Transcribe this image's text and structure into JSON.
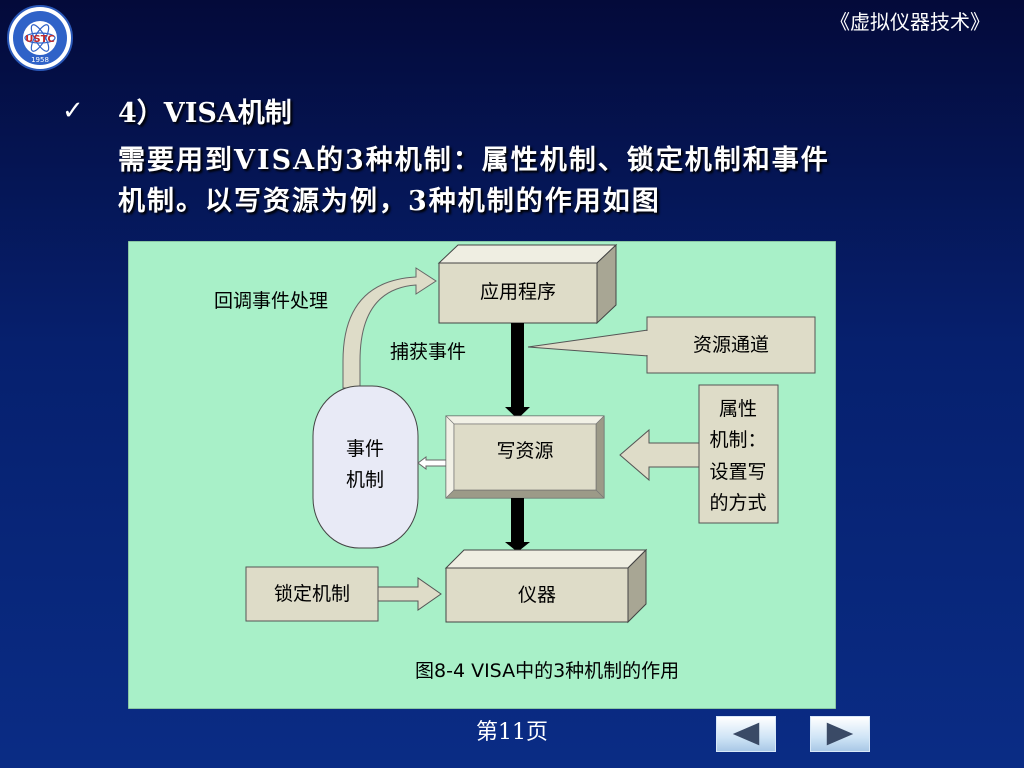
{
  "header": {
    "course_title": "《虚拟仪器技术》",
    "logo": {
      "name": "university-logo",
      "text": "USTC",
      "year": "1958"
    }
  },
  "slide": {
    "bullet_icon": "checkmark",
    "heading": "4）VISA机制",
    "body_line1": "需要用到VISA的3种机制：属性机制、锁定机制和事件",
    "body_line2": "机制。以写资源为例，3种机制的作用如图"
  },
  "diagram": {
    "callback_label": "回调事件处理",
    "application": "应用程序",
    "capture_label": "捕获事件",
    "resource_channel": "资源通道",
    "event_line1": "事件",
    "event_line2": "机制",
    "write_resource": "写资源",
    "attr_line1": "属性",
    "attr_line2": "机制：",
    "attr_line3": "设置写",
    "attr_line4": "的方式",
    "lock": "锁定机制",
    "instrument": "仪器",
    "caption": "图8-4  VISA中的3种机制的作用",
    "colors": {
      "background": "#a8f0c8",
      "box": "#dedcc8",
      "event_fill": "#e8eaf6"
    }
  },
  "footer": {
    "page_label": "第11页",
    "prev_icon": "left-arrow",
    "next_icon": "right-arrow"
  }
}
